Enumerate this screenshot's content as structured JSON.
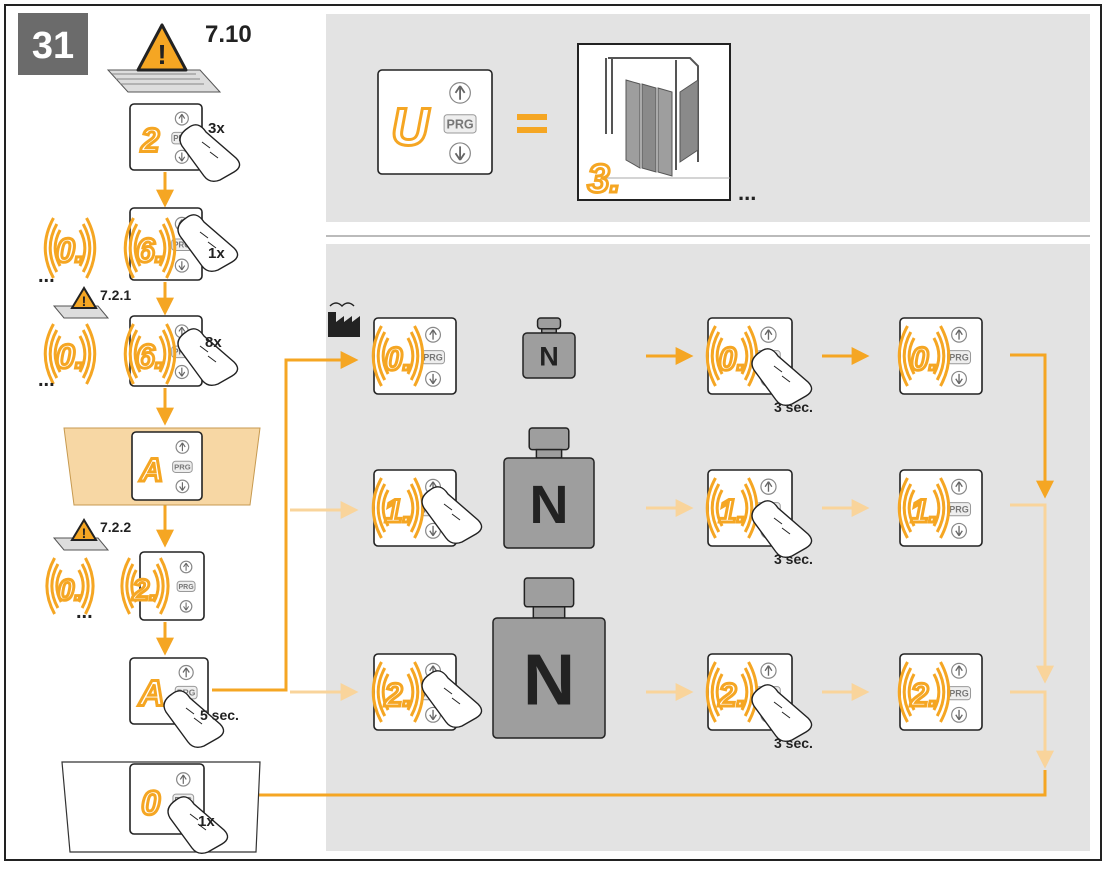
{
  "figure": {
    "number": "31",
    "manual_ref_main": "7.10",
    "manual_ref_a": "7.2.1",
    "manual_ref_b": "7.2.2",
    "ellipsis": "..."
  },
  "panel": {
    "prg_label": "PRG",
    "weight_label": "N"
  },
  "left_steps": {
    "step1_display": "2",
    "step1_press": "3x",
    "step2_press": "1x",
    "step2_range": [
      "0.",
      "6."
    ],
    "step3_press": "8x",
    "step3_range": [
      "0.",
      "6."
    ],
    "step4_display": "A",
    "step5_range": [
      "0.",
      "2."
    ],
    "step6_display": "A",
    "step6_hold": "5 sec.",
    "step7_display": "0",
    "step7_press": "1x"
  },
  "top_panel": {
    "display": "U",
    "equals": "=",
    "config_number": "3."
  },
  "weight_rows": [
    {
      "display": "0.",
      "hold": "3 sec.",
      "result": "0.",
      "highlight": true
    },
    {
      "display": "1.",
      "hold": "3 sec.",
      "result": "1.",
      "highlight": false
    },
    {
      "display": "2.",
      "hold": "3 sec.",
      "result": "2.",
      "highlight": false
    }
  ],
  "colors": {
    "orange": "#f5a623",
    "orange_light": "#f9d49b",
    "panel_bg": "#e3e3e3",
    "frame": "#222222",
    "badge": "#6b6b6b",
    "weight": "#9e9e9e"
  },
  "icons": [
    "warning-manual-icon",
    "factory-icon",
    "hand-press-icon",
    "door-icon",
    "weight-icon"
  ]
}
